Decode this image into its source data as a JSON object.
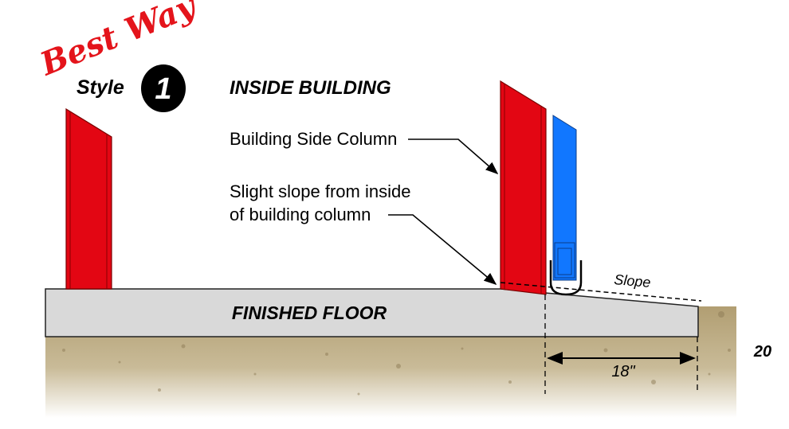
{
  "brand": {
    "script_text": "Best Way",
    "style_label": "Style",
    "style_number": "1"
  },
  "title": "INSIDE BUILDING",
  "labels": {
    "building_side_column": "Building Side Column",
    "slope_line1": "Slight slope from inside",
    "slope_line2": "of building column",
    "slope": "Slope",
    "finished_floor": "FINISHED FLOOR",
    "dimension": "18\"",
    "page_number": "20"
  },
  "colors": {
    "column_red": "#e30613",
    "channel_blue": "#1177ff",
    "floor": "#d9d9d9",
    "soil": "#b6a47a",
    "brand_red": "#e4141b"
  }
}
